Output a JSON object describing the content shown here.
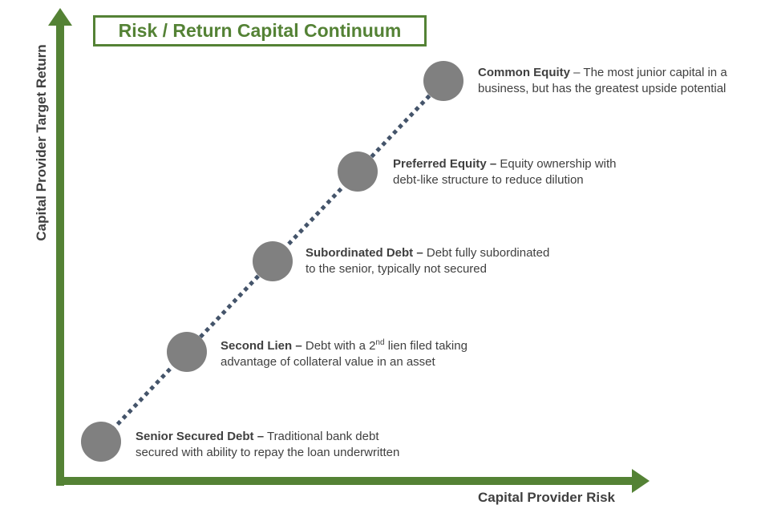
{
  "title": "Risk / Return Capital Continuum",
  "y_axis_label": "Capital Provider Target Return",
  "x_axis_label": "Capital Provider Risk",
  "colors": {
    "accent_green": "#548235",
    "node_gray": "#808080",
    "dotted_line": "#44546A",
    "text": "#404040"
  },
  "stages": [
    {
      "name": "Senior Secured Debt –",
      "line1": " Traditional bank debt",
      "line2": "secured with ability to repay the loan underwritten"
    },
    {
      "name": "Second Lien –",
      "line1_pre": " Debt with a 2",
      "line1_sup": "nd",
      "line1_post": " lien filed taking",
      "line2": "advantage of collateral value in an asset"
    },
    {
      "name": "Subordinated Debt –",
      "line1": " Debt fully subordinated",
      "line2": "to the senior, typically not secured"
    },
    {
      "name": "Preferred Equity –",
      "line1": " Equity ownership with",
      "line2": "debt-like structure to reduce dilution"
    },
    {
      "name": "Common Equity",
      "line1": " – The most junior capital in a",
      "line2": "business, but has the greatest upside potential"
    }
  ]
}
